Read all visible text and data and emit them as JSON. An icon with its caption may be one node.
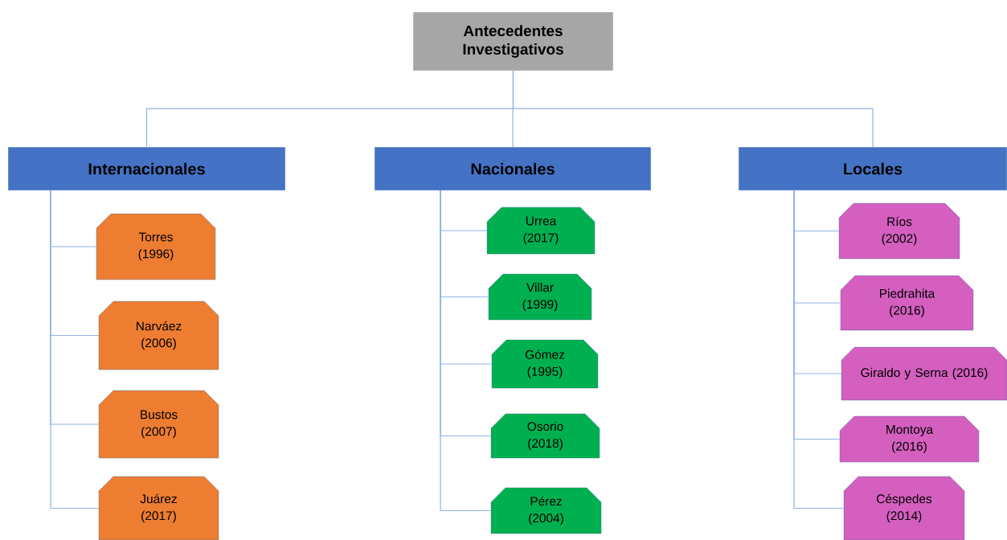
{
  "diagram": {
    "nodes": [
      {
        "text": [
          "Antecedentes Investigativos"
        ]
      },
      {
        "text": [
          "Internacionales"
        ]
      },
      {
        "text": [
          "Nacionales"
        ]
      },
      {
        "text": [
          "Locales"
        ]
      },
      {
        "text": [
          "Torres (1996)"
        ]
      },
      {
        "text": [
          "Narváez (2006)"
        ]
      },
      {
        "text": [
          "Bustos (2007)"
        ]
      },
      {
        "text": [
          "Juárez (2017)"
        ]
      },
      {
        "text": [
          "Urrea (2017)"
        ]
      },
      {
        "text": [
          "Villar (1999)"
        ]
      },
      {
        "text": [
          "Gómez (1995)"
        ]
      },
      {
        "text": [
          "Osorio (2018)"
        ]
      },
      {
        "text": [
          "Pérez (2004)"
        ]
      },
      {
        "text": [
          "Ríos (2002)"
        ]
      },
      {
        "text": [
          "Piedrahita (2016)"
        ]
      },
      {
        "text": [
          "Giraldo y Serna (2016)"
        ]
      },
      {
        "text": [
          "Montoya (2016)"
        ]
      },
      {
        "text": [
          "Céspedes (2014)"
        ]
      }
    ],
    "edges": [
      {
        "from": 0,
        "to": 1,
        "arrow": "none"
      },
      {
        "from": 0,
        "to": 2,
        "arrow": "none"
      },
      {
        "from": 0,
        "to": 3,
        "arrow": "none"
      },
      {
        "from": 1,
        "to": 4,
        "arrow": "none"
      },
      {
        "from": 1,
        "to": 5,
        "arrow": "none"
      },
      {
        "from": 1,
        "to": 6,
        "arrow": "none"
      },
      {
        "from": 1,
        "to": 7,
        "arrow": "none"
      },
      {
        "from": 2,
        "to": 8,
        "arrow": "none"
      },
      {
        "from": 2,
        "to": 9,
        "arrow": "none"
      },
      {
        "from": 2,
        "to": 10,
        "arrow": "none"
      },
      {
        "from": 2,
        "to": 11,
        "arrow": "none"
      },
      {
        "from": 2,
        "to": 12,
        "arrow": "none"
      },
      {
        "from": 3,
        "to": 13,
        "arrow": "none"
      },
      {
        "from": 3,
        "to": 14,
        "arrow": "none"
      },
      {
        "from": 3,
        "to": 15,
        "arrow": "none"
      },
      {
        "from": 3,
        "to": 16,
        "arrow": "none"
      },
      {
        "from": 3,
        "to": 17,
        "arrow": "none"
      }
    ]
  }
}
